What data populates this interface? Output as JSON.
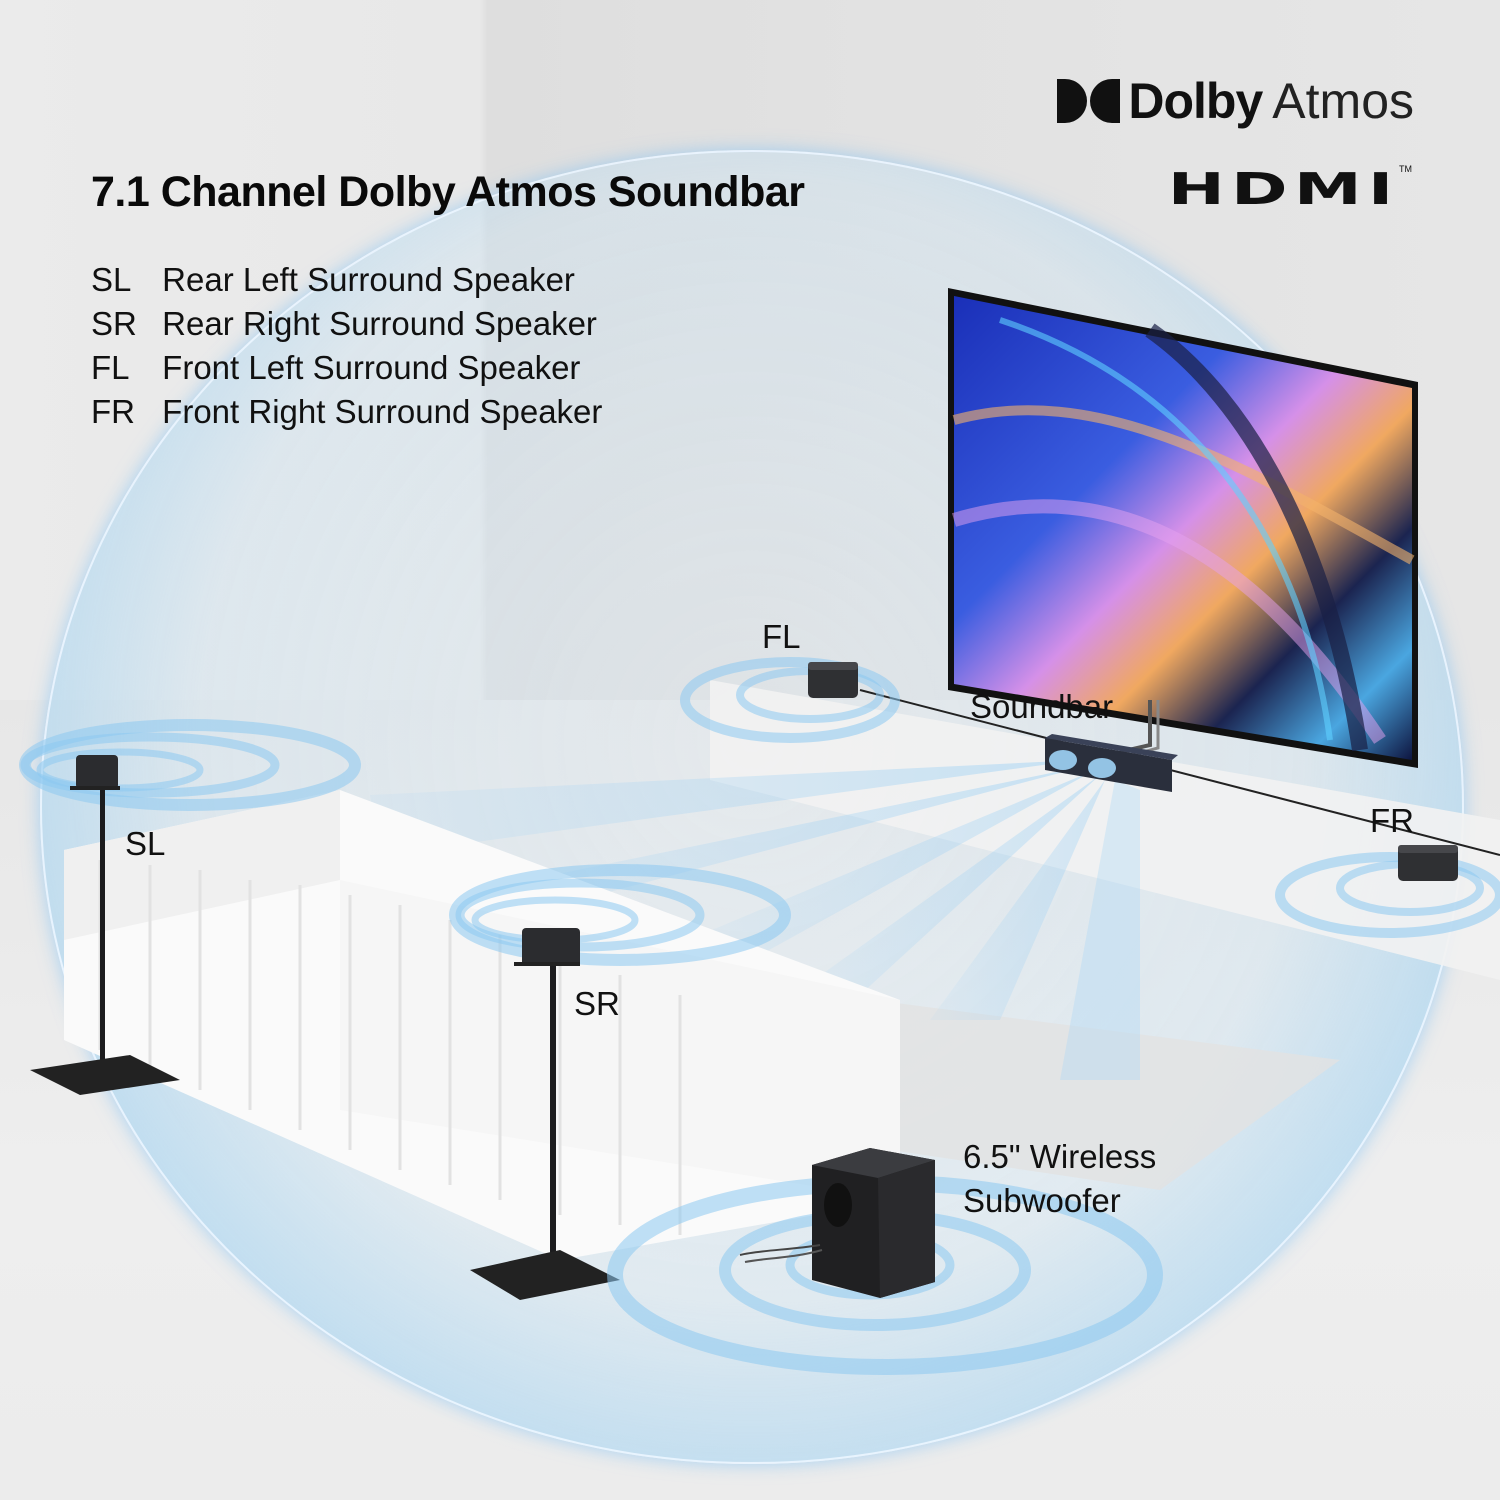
{
  "heading": {
    "title": "7.1 Channel Dolby Atmos Soundbar"
  },
  "legend": [
    {
      "code": "SL",
      "description": "Rear Left Surround Speaker"
    },
    {
      "code": "SR",
      "description": "Rear Right Surround Speaker"
    },
    {
      "code": "FL",
      "description": "Front Left Surround Speaker"
    },
    {
      "code": "FR",
      "description": "Front Right Surround Speaker"
    }
  ],
  "brands": {
    "dolby": "Dolby",
    "atmos": "Atmos",
    "hdmi": "HDMI",
    "hdmi_tm": "TM"
  },
  "scene_labels": {
    "fl": "FL",
    "fr": "FR",
    "sl": "SL",
    "sr": "SR",
    "soundbar": "Soundbar",
    "subwoofer_line1": "6.5\" Wireless",
    "subwoofer_line2": "Subwoofer"
  },
  "colors": {
    "wave_blue": "#8cc8f0",
    "dome_edge": "#82c3f0",
    "speaker_black": "#2a2a2c",
    "text": "#111111"
  }
}
